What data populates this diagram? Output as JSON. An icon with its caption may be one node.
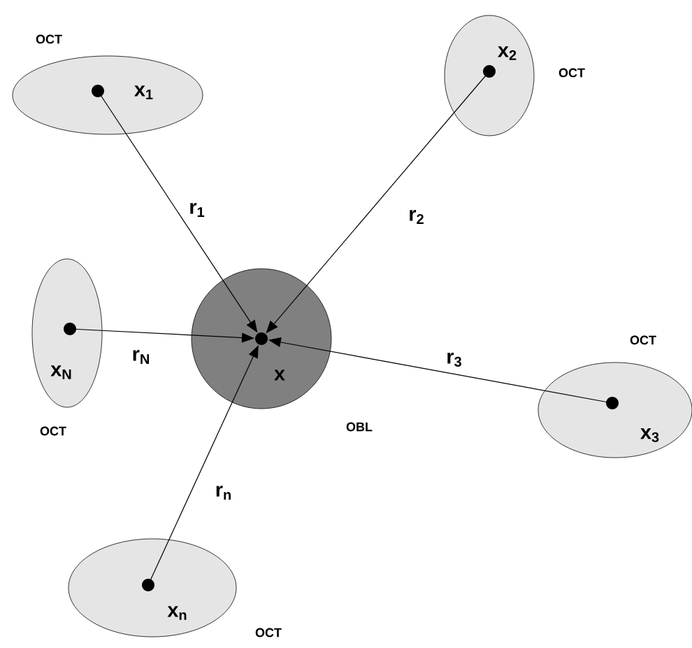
{
  "diagram": {
    "nodes": [
      {
        "text": [
          "x$_{1}$"
        ],
        "beside": [
          "OCT"
        ]
      },
      {
        "text": [
          "x$_{2}$"
        ],
        "beside": [
          "OCT"
        ]
      },
      {
        "text": [
          "x$_{N}$"
        ],
        "beside": [
          "OCT"
        ]
      },
      {
        "text": [
          "x"
        ],
        "beside": [
          "OBL"
        ]
      },
      {
        "text": [
          "x$_{3}$"
        ],
        "beside": [
          "OCT"
        ]
      },
      {
        "text": [
          "x$_{n}$"
        ],
        "beside": [
          "OCT"
        ]
      }
    ],
    "edges": [
      {
        "from": 0,
        "to": 3,
        "arrow": "to",
        "label": "r$_{1}$"
      },
      {
        "from": 1,
        "to": 3,
        "arrow": "to",
        "label": "r$_{2}$"
      },
      {
        "from": 2,
        "to": 3,
        "arrow": "to",
        "label": "r$_{N}$"
      },
      {
        "from": 4,
        "to": 3,
        "arrow": "to",
        "label": "r$_{3}$"
      },
      {
        "from": 5,
        "to": 3,
        "arrow": "to",
        "label": "r$_{n}$"
      }
    ]
  }
}
